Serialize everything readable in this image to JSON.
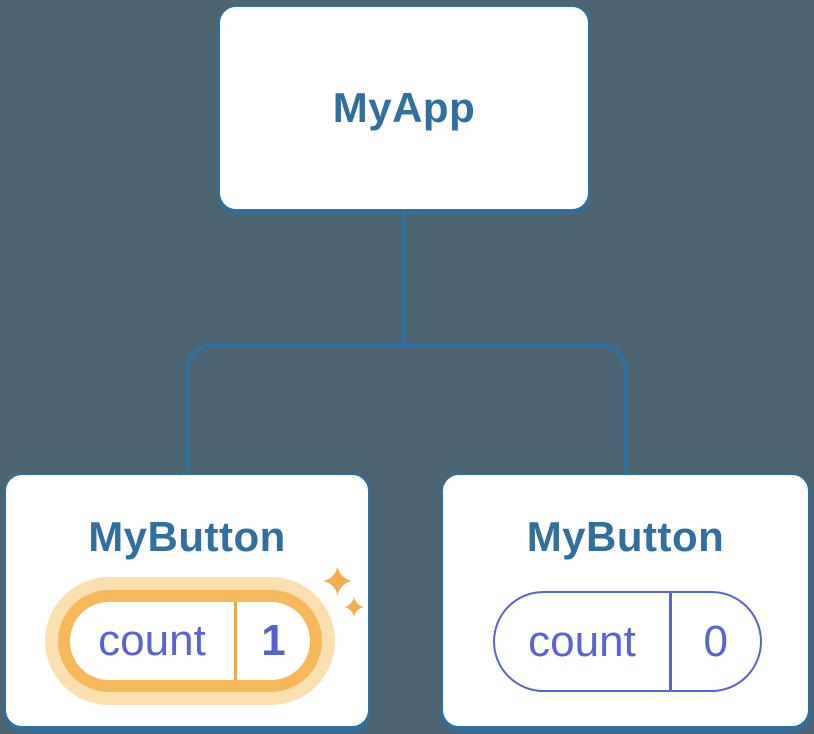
{
  "diagram": {
    "description": "React component tree with independent state",
    "tree": {
      "root": {
        "label": "MyApp"
      },
      "children": [
        {
          "label": "MyButton",
          "state_name": "count",
          "state_value": "1",
          "highlighted": true,
          "highlight_icon": "sparkle-icon"
        },
        {
          "label": "MyButton",
          "state_name": "count",
          "state_value": "0",
          "highlighted": false
        }
      ]
    }
  },
  "colors": {
    "background": "#4b6672",
    "card_fill": "#ffffff",
    "accent_blue": "#2e6f9f",
    "title_text_blue": "#31709e",
    "state_purple": "#5a63d6",
    "highlight_orange": "#f7b75c",
    "highlight_glow": "#fbdfae",
    "highlight_divider": "#f2a74f",
    "sparkle_orange": "#f5ad4e"
  }
}
